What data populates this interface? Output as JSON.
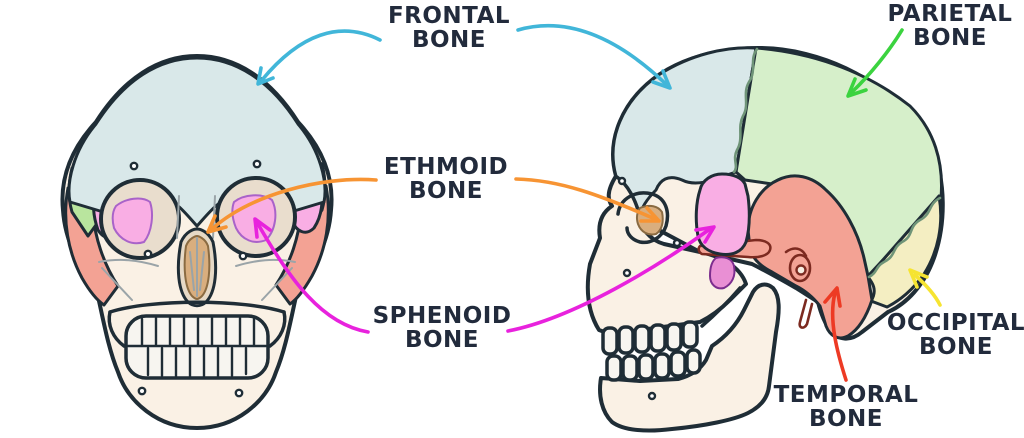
{
  "labels": {
    "frontal": {
      "line1": "FRONTAL",
      "line2": "BONE"
    },
    "ethmoid": {
      "line1": "ETHMOID",
      "line2": "BONE"
    },
    "sphenoid": {
      "line1": "SPHENOID",
      "line2": "BONE"
    },
    "parietal": {
      "line1": "PARIETAL",
      "line2": "BONE"
    },
    "occipital": {
      "line1": "OCCIPITAL",
      "line2": "BONE"
    },
    "temporal": {
      "line1": "TEMPORAL",
      "line2": "BONE"
    }
  },
  "colors": {
    "ink": "#222b3c",
    "outline": "#1f2d36",
    "bone-frontal": "#d9e8e9",
    "bone-parietal": "#d6efca",
    "bone-parietal-front": "#b9e59e",
    "bone-temporal": "#f3a294",
    "bone-occipital": "#f4eec2",
    "bone-sphenoid": "#f9aee4",
    "bone-sphenoid-deep": "#e98fd4",
    "bone-ethmoid": "#d9ae7e",
    "bone-face": "#faf1e5",
    "bone-face-shade": "#e9ddcd",
    "teeth": "#f7f5f0",
    "suture": "#6f9478",
    "suture-grey": "#9aa4a8",
    "ear-outline": "#7c2a20",
    "arrow-frontal": "#41b6d9",
    "arrow-ethmoid": "#f79433",
    "arrow-sphenoid": "#e822dd",
    "arrow-parietal": "#3bd33f",
    "arrow-occipital": "#f6e431",
    "arrow-temporal": "#ed3a24"
  }
}
